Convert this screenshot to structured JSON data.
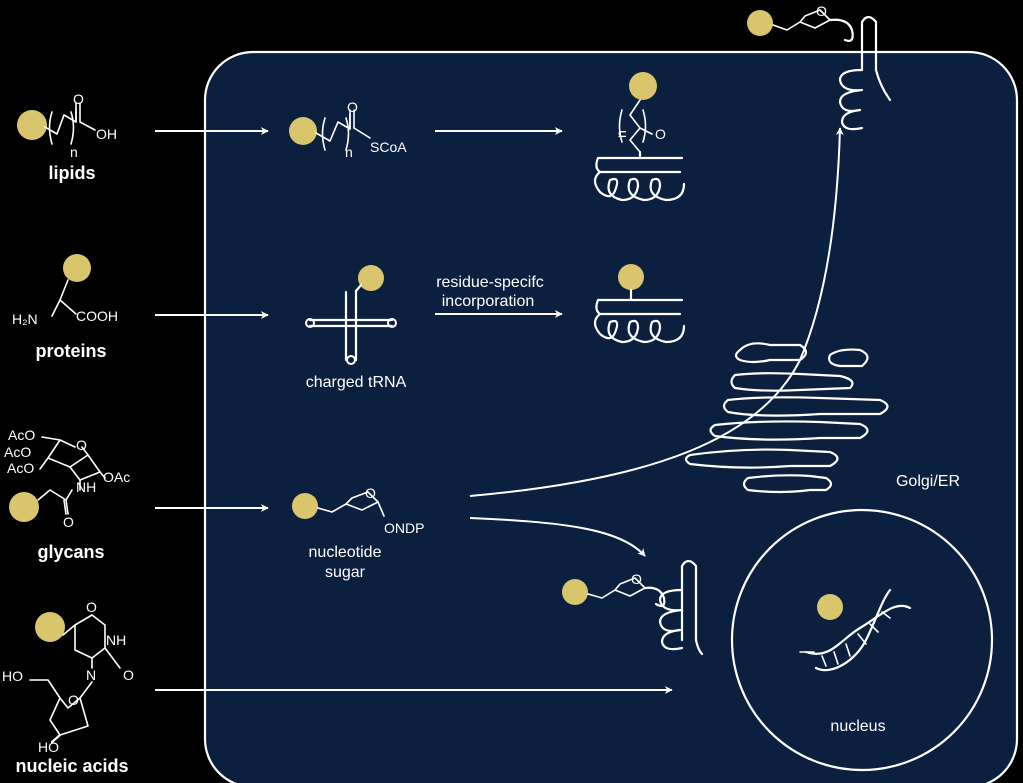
{
  "colors": {
    "background": "#000000",
    "cell_fill": "#0b1f3f",
    "cell_border": "#ffffff",
    "probe": "#d9c56b",
    "lines": "#ffffff"
  },
  "categories": {
    "lipids": "lipids",
    "proteins": "proteins",
    "glycans": "glycans",
    "nucleic_acids": "nucleic acids"
  },
  "chem_labels": {
    "lipid_oh": "OH",
    "lipid_o": "O",
    "lipid_n": "n",
    "acyl_scoa": "SCoA",
    "acyl_o": "O",
    "acyl_n": "n",
    "protein_h2n": "H₂N",
    "protein_cooh": "COOH",
    "glycan_aco_1": "AcO",
    "glycan_aco_2": "AcO",
    "glycan_aco_3": "AcO",
    "glycan_o_ring": "O",
    "glycan_oac": "OAc",
    "glycan_nh": "NH",
    "glycan_o_amide": "O",
    "sugar_o_ring": "O",
    "sugar_ondp": "ONDP",
    "membrane_sugar_o": "O",
    "lower_sugar_o": "O",
    "nuc_o_top": "O",
    "nuc_nh": "NH",
    "nuc_n": "N",
    "nuc_o_side": "O",
    "nuc_ho_left": "HO",
    "nuc_o_ring": "O",
    "nuc_ho_bottom": "HO",
    "lipidated_n": "n",
    "lipidated_o": "O"
  },
  "labels": {
    "charged_trna": "charged tRNA",
    "residue_line1": "residue-specifc",
    "residue_line2": "incorporation",
    "nucleotide_line1": "nucleotide",
    "nucleotide_line2": "sugar",
    "golgi_er": "Golgi/ER",
    "nucleus": "nucleus"
  }
}
